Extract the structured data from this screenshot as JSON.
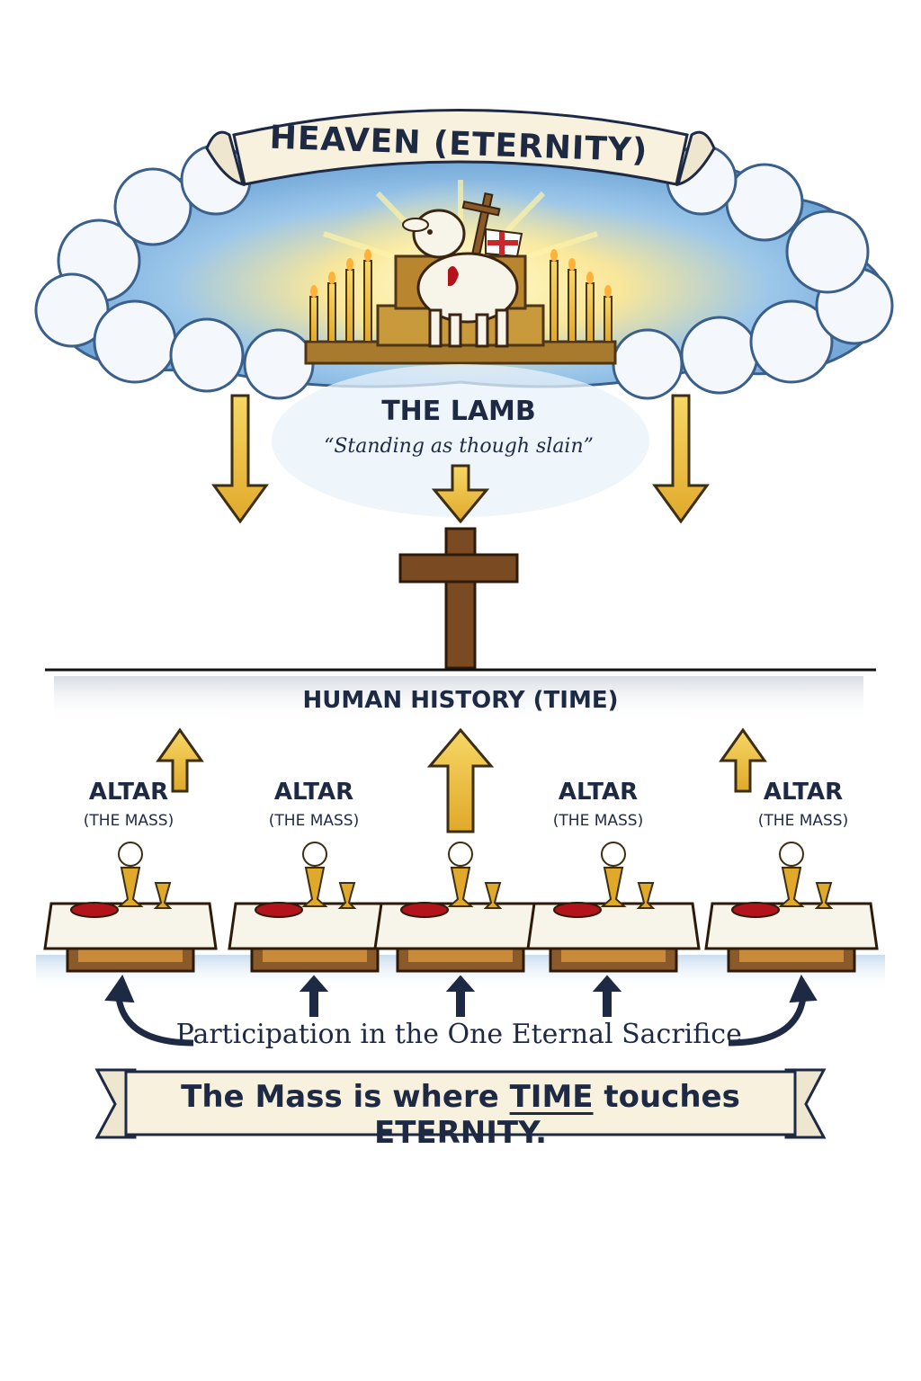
{
  "heaven": {
    "title": "HEAVEN (ETERNITY)"
  },
  "lamb": {
    "title": "THE LAMB",
    "quote": "“Standing as though slain”"
  },
  "history": {
    "label": "HUMAN HISTORY (TIME)"
  },
  "altars": [
    {
      "title": "ALTAR",
      "subtitle": "(THE MASS)"
    },
    {
      "title": "ALTAR",
      "subtitle": "(THE MASS)"
    },
    {
      "title": "ALTAR",
      "subtitle": "(THE MASS)"
    },
    {
      "title": "ALTAR",
      "subtitle": "(THE MASS)"
    }
  ],
  "participation": "Participation in the One Eternal Sacrifice.",
  "banner": {
    "before": "The Mass is where ",
    "emphasis": "TIME",
    "after": " touches ETERNITY."
  },
  "colors": {
    "sky": "#6fa7d8",
    "gold": "#f2c744",
    "cross": "#7a4a22",
    "navy": "#1e2a44",
    "cloth": "#f7f4ea",
    "wood": "#8b5a2b"
  }
}
